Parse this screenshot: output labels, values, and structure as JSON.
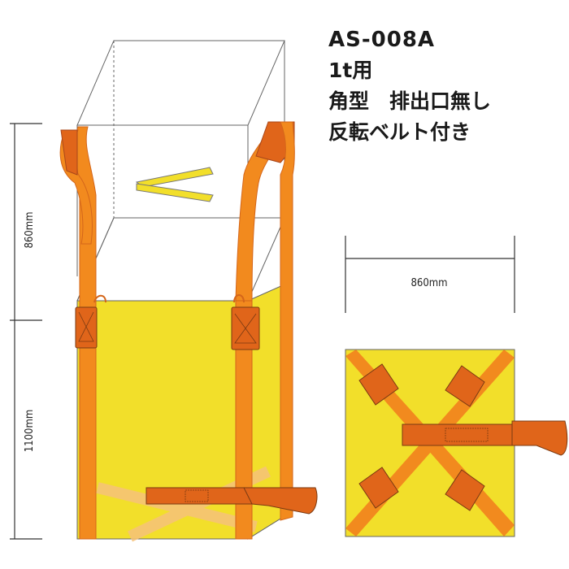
{
  "product": {
    "model": "AS-008A",
    "capacity": "1t用",
    "type": "角型　排出口無し",
    "feature": "反転ベルト付き"
  },
  "dimensions": {
    "top_height": "860mm",
    "body_height": "1100mm",
    "width": "860mm"
  },
  "colors": {
    "bag_yellow": "#f2df2a",
    "belt_orange": "#f28a1e",
    "belt_dark": "#e0651a",
    "outline": "#555555"
  }
}
